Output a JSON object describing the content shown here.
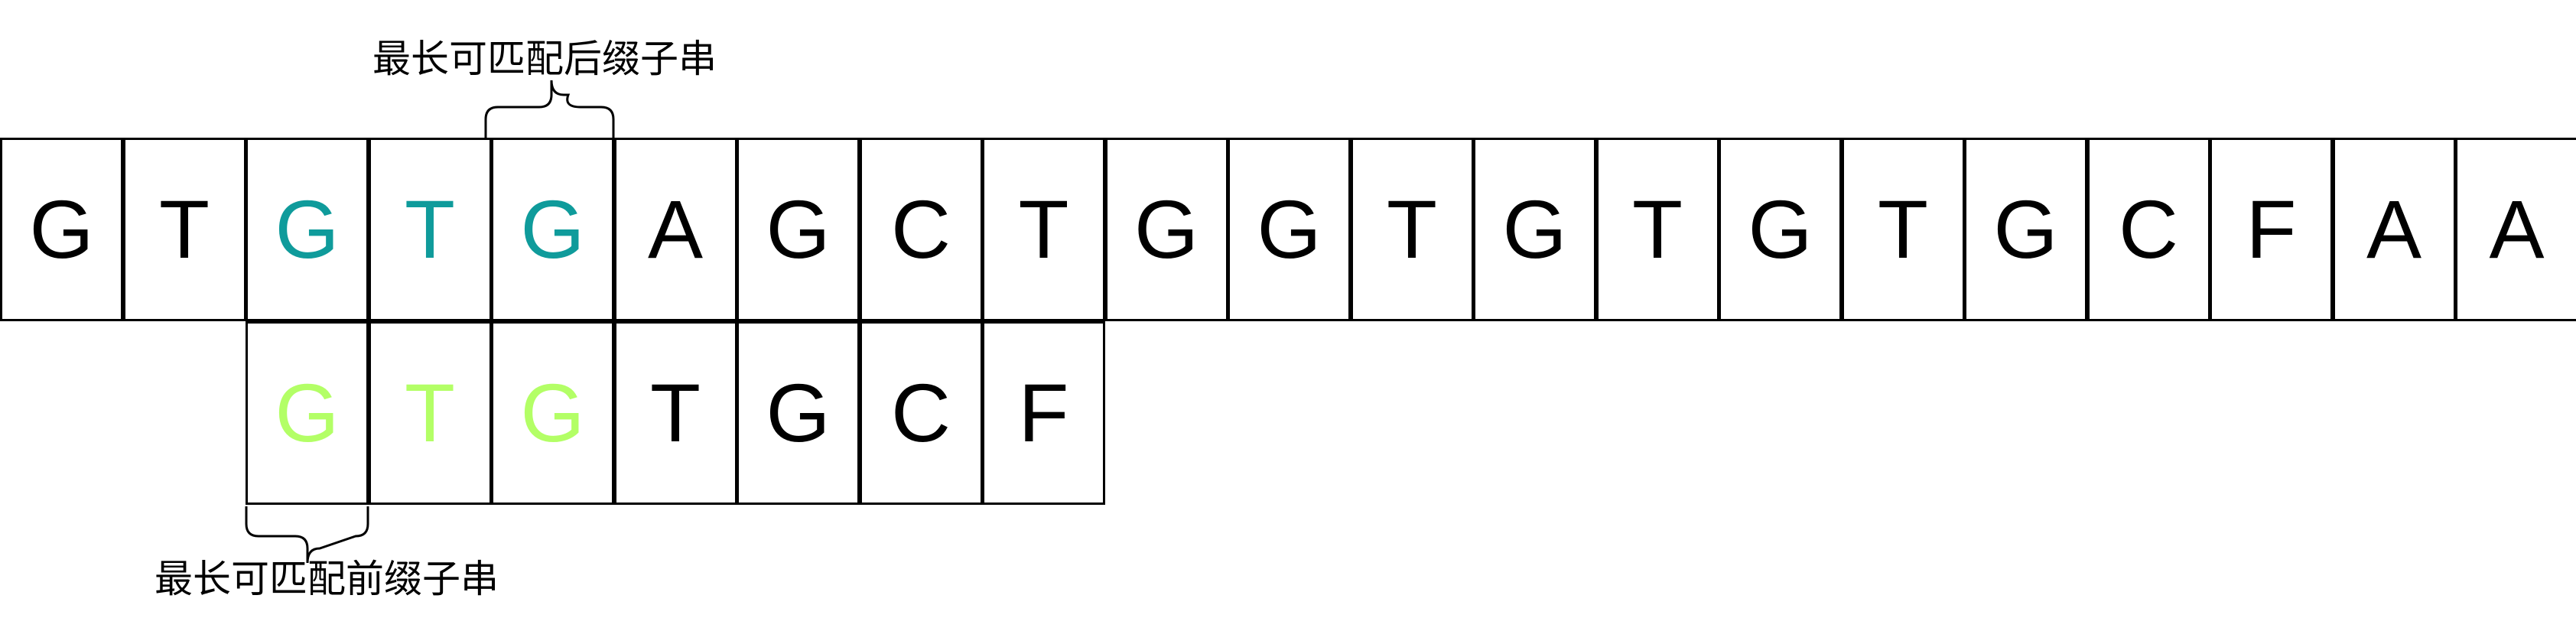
{
  "colors": {
    "default": "#000000",
    "suffix_highlight": "#0f9b9b",
    "prefix_highlight": "#b3ff66"
  },
  "labels": {
    "suffix": "最长可匹配后缀子串",
    "prefix": "最长可匹配前缀子串"
  },
  "main_string": [
    {
      "char": "G",
      "highlight": ""
    },
    {
      "char": "T",
      "highlight": ""
    },
    {
      "char": "G",
      "highlight": "suffix"
    },
    {
      "char": "T",
      "highlight": "suffix"
    },
    {
      "char": "G",
      "highlight": "suffix"
    },
    {
      "char": "A",
      "highlight": ""
    },
    {
      "char": "G",
      "highlight": ""
    },
    {
      "char": "C",
      "highlight": ""
    },
    {
      "char": "T",
      "highlight": ""
    },
    {
      "char": "G",
      "highlight": ""
    },
    {
      "char": "G",
      "highlight": ""
    },
    {
      "char": "T",
      "highlight": ""
    },
    {
      "char": "G",
      "highlight": ""
    },
    {
      "char": "T",
      "highlight": ""
    },
    {
      "char": "G",
      "highlight": ""
    },
    {
      "char": "T",
      "highlight": ""
    },
    {
      "char": "G",
      "highlight": ""
    },
    {
      "char": "C",
      "highlight": ""
    },
    {
      "char": "F",
      "highlight": ""
    },
    {
      "char": "A",
      "highlight": ""
    },
    {
      "char": "A",
      "highlight": ""
    }
  ],
  "pattern_string": [
    {
      "char": "G",
      "highlight": "prefix"
    },
    {
      "char": "T",
      "highlight": "prefix"
    },
    {
      "char": "G",
      "highlight": "prefix"
    },
    {
      "char": "T",
      "highlight": ""
    },
    {
      "char": "G",
      "highlight": ""
    },
    {
      "char": "C",
      "highlight": ""
    },
    {
      "char": "F",
      "highlight": ""
    }
  ]
}
